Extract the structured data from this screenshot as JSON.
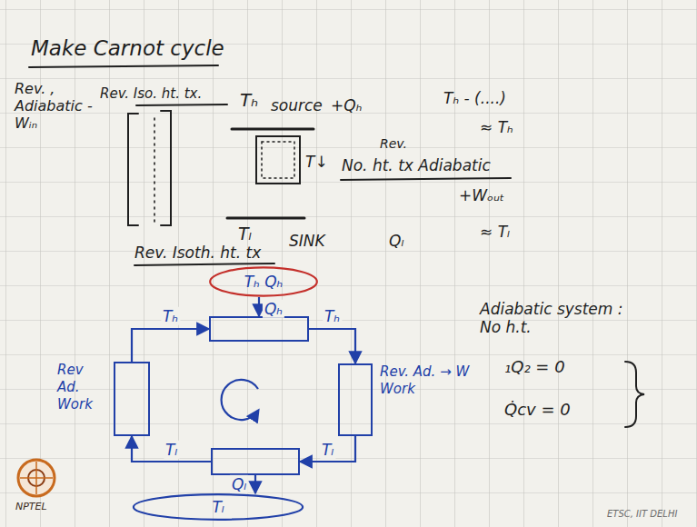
{
  "diagram": {
    "title": "Make Carnot cycle",
    "nodes": [
      {
        "text": [
          "Tₕ Qₕ"
        ]
      },
      {
        "text": []
      },
      {
        "text": [
          "Rev Ad. Work"
        ]
      },
      {
        "text": [
          "Rev. Ad. → W Work"
        ]
      },
      {
        "text": []
      },
      {
        "text": [
          "Tₗ"
        ]
      }
    ],
    "edges": [
      {
        "from": 0,
        "to": 1,
        "label": "Qₕ",
        "arrow": "to"
      },
      {
        "from": 1,
        "to": 3,
        "label": "Tₕ",
        "arrow": "to"
      },
      {
        "from": 3,
        "to": 4,
        "label": "Tₗ",
        "arrow": "to"
      },
      {
        "from": 4,
        "to": 2,
        "label": "Tₗ",
        "arrow": "to"
      },
      {
        "from": 2,
        "to": 1,
        "label": "Tₕ",
        "arrow": "to"
      },
      {
        "from": 4,
        "to": 5,
        "label": "Qₗ",
        "arrow": "to"
      }
    ],
    "labels": [
      "Rev. Iso. ht. tx.",
      "Tₕ",
      "source",
      "+Qₕ",
      "Tₕ - (....)",
      "≈ Tₕ",
      "Rev. , Adiabatic -Wᵢₙ",
      "T↓",
      "Rev.",
      "No. ht. tx Adiabatic",
      "+Wₒᵤₜ",
      "Rev. Isoth. ht. tx",
      "Tₗ",
      "SINK",
      "Qₗ",
      "≈ Tₗ",
      "Adiabatic system : No h.t.",
      "₁Q₂ = 0",
      "Q̇cv = 0",
      "NPTEL",
      "ETSC, IIT DELHI"
    ]
  }
}
